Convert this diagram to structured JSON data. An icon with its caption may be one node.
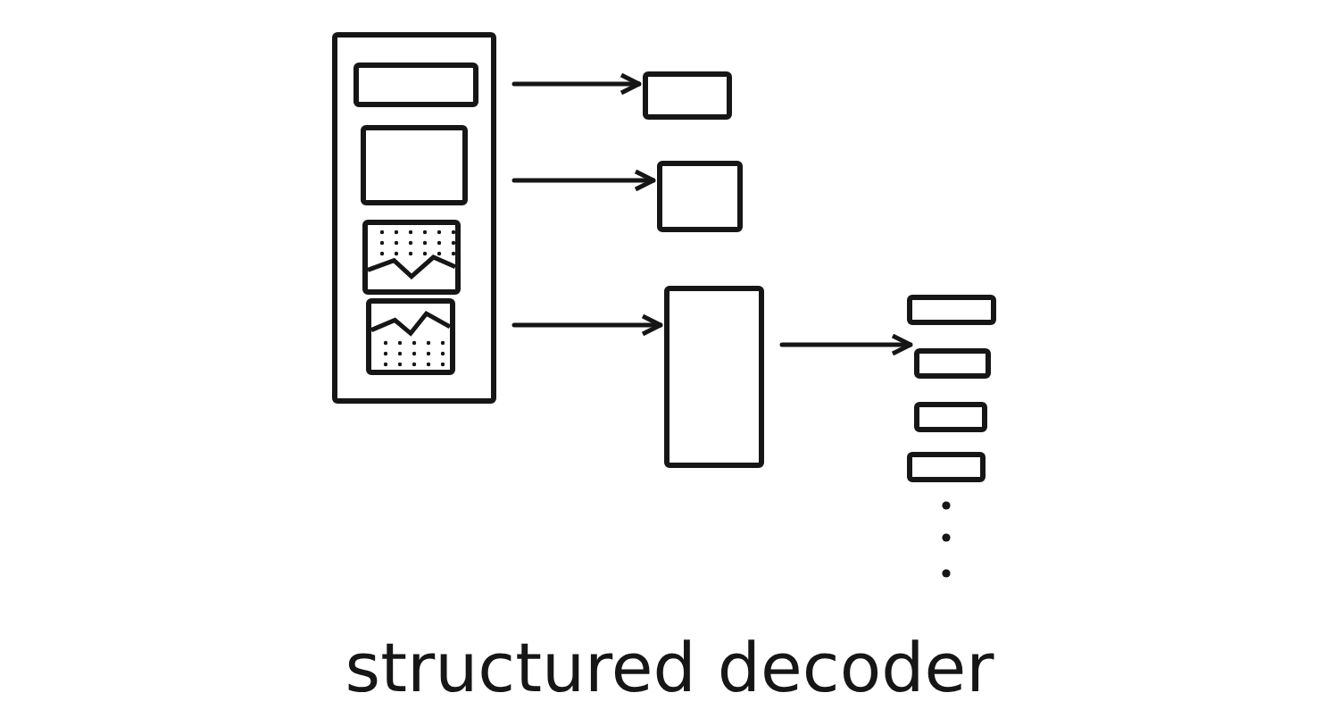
{
  "diagram": {
    "title": "structured decoder",
    "nodes": [
      {
        "text": [],
        "shape": "box"
      },
      {
        "text": [],
        "shape": "box",
        "in": 0
      },
      {
        "text": [],
        "shape": "box",
        "in": 0
      },
      {
        "text": [],
        "shape": "box",
        "in": 0
      },
      {
        "text": [],
        "shape": "box",
        "in": 0
      },
      {
        "text": [],
        "shape": "box"
      },
      {
        "text": [],
        "shape": "box"
      },
      {
        "text": [],
        "shape": "box"
      },
      {
        "text": [],
        "shape": "box"
      },
      {
        "text": [],
        "shape": "box"
      },
      {
        "text": [],
        "shape": "box"
      },
      {
        "text": [],
        "shape": "box"
      }
    ],
    "edges": [
      {
        "from": 0,
        "to": 5,
        "arrow": "to"
      },
      {
        "from": 0,
        "to": 6,
        "arrow": "to"
      },
      {
        "from": 0,
        "to": 7,
        "arrow": "to"
      },
      {
        "from": 7,
        "to": 9,
        "arrow": "to"
      }
    ]
  }
}
